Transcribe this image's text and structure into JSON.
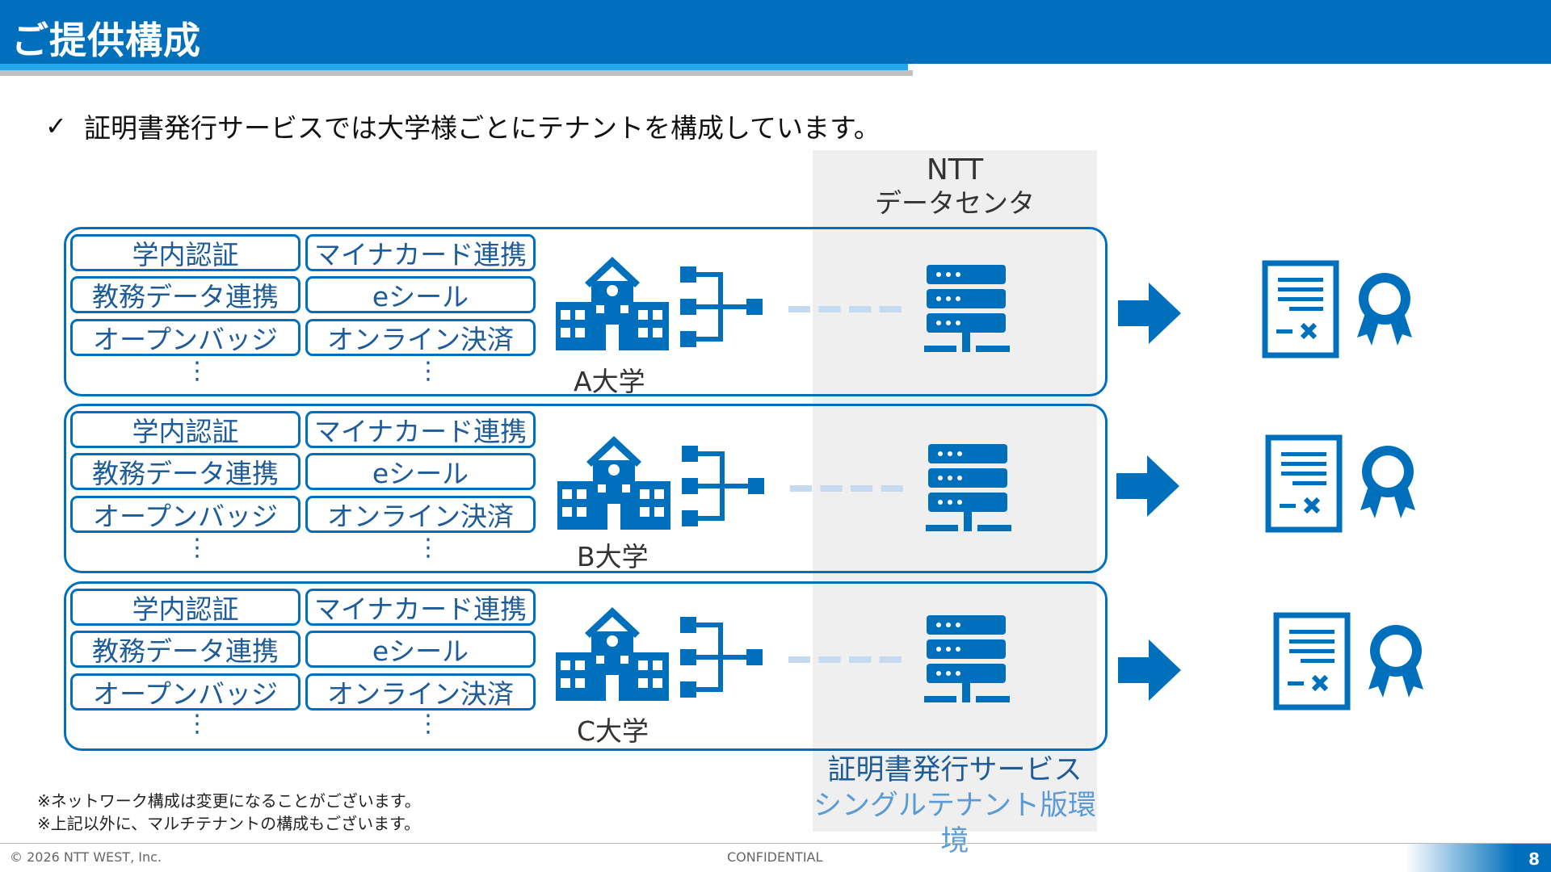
{
  "header": {
    "title": "ご提供構成"
  },
  "lead": {
    "check": "✓",
    "text": "証明書発行サービスでは大学様ごとにテナントを構成しています。"
  },
  "datacenter": {
    "title_line1": "NTT",
    "title_line2": "データセンタ",
    "footer_line1": "証明書発行サービス",
    "footer_line2": "シングルテナント版環境"
  },
  "features": {
    "campus_auth": "学内認証",
    "mynumber": "マイナカード連携",
    "academic": "教務データ連携",
    "eseal": "eシール",
    "badge": "オープンバッジ",
    "payment": "オンライン決済",
    "more": "⋮"
  },
  "universities": [
    {
      "name": "A大学"
    },
    {
      "name": "B大学"
    },
    {
      "name": "C大学"
    }
  ],
  "notes": {
    "line1": "※ネットワーク構成は変更になることがございます。",
    "line2": "※上記以外に、マルチテナントの構成もございます。"
  },
  "footer": {
    "copyright": "© 2026  NTT WEST, Inc.",
    "confidential": "CONFIDENTIAL",
    "page": "8"
  },
  "colors": {
    "brand": "#0070BD",
    "accent": "#22A7E8",
    "dash": "#C5D9F0",
    "panel_bg": "#EFEFEF"
  }
}
